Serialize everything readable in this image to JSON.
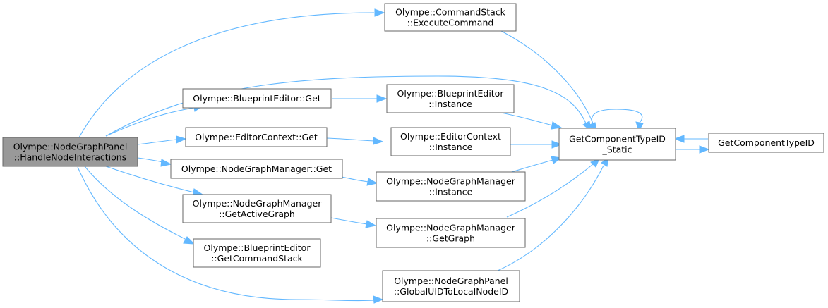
{
  "colors": {
    "edge": "#63b8ff",
    "root_fill": "#999999",
    "node_fill": "#ffffff",
    "node_border": "#666666"
  },
  "nodes": [
    {
      "id": "root",
      "lines": [
        "Olympe::NodeGraphPanel",
        "::HandleNodeInteractions"
      ],
      "highlight": true
    },
    {
      "id": "cmdstack_exec",
      "lines": [
        "Olympe::CommandStack",
        "::ExecuteCommand"
      ]
    },
    {
      "id": "bpe_get",
      "lines": [
        "Olympe::BlueprintEditor::Get"
      ]
    },
    {
      "id": "bpe_instance",
      "lines": [
        "Olympe::BlueprintEditor",
        "::Instance"
      ]
    },
    {
      "id": "ec_get",
      "lines": [
        "Olympe::EditorContext::Get"
      ]
    },
    {
      "id": "ec_instance",
      "lines": [
        "Olympe::EditorContext",
        "::Instance"
      ]
    },
    {
      "id": "ngm_get",
      "lines": [
        "Olympe::NodeGraphManager::Get"
      ]
    },
    {
      "id": "ngm_instance",
      "lines": [
        "Olympe::NodeGraphManager",
        "::Instance"
      ]
    },
    {
      "id": "ngm_getactive",
      "lines": [
        "Olympe::NodeGraphManager",
        "::GetActiveGraph"
      ]
    },
    {
      "id": "ngm_getgraph",
      "lines": [
        "Olympe::NodeGraphManager",
        "::GetGraph"
      ]
    },
    {
      "id": "bpe_getcmd",
      "lines": [
        "Olympe::BlueprintEditor",
        "::GetCommandStack"
      ]
    },
    {
      "id": "ngp_global",
      "lines": [
        "Olympe::NodeGraphPanel",
        "::GlobalUIDToLocalNodeID"
      ]
    },
    {
      "id": "gct_static",
      "lines": [
        "GetComponentTypeID",
        "_Static"
      ]
    },
    {
      "id": "gct",
      "lines": [
        "GetComponentTypeID"
      ]
    }
  ],
  "edges": [
    [
      "root",
      "cmdstack_exec"
    ],
    [
      "root",
      "gct_static"
    ],
    [
      "root",
      "bpe_get"
    ],
    [
      "root",
      "ec_get"
    ],
    [
      "root",
      "ngm_get"
    ],
    [
      "root",
      "ngm_getactive"
    ],
    [
      "root",
      "bpe_getcmd"
    ],
    [
      "root",
      "ngp_global"
    ],
    [
      "cmdstack_exec",
      "gct_static"
    ],
    [
      "bpe_get",
      "bpe_instance"
    ],
    [
      "bpe_instance",
      "gct_static"
    ],
    [
      "ec_get",
      "ec_instance"
    ],
    [
      "ec_instance",
      "gct_static"
    ],
    [
      "ngm_get",
      "ngm_instance"
    ],
    [
      "ngm_instance",
      "gct_static"
    ],
    [
      "ngm_getactive",
      "ngm_getgraph"
    ],
    [
      "ngm_getgraph",
      "gct_static"
    ],
    [
      "ngp_global",
      "gct_static"
    ],
    [
      "gct_static",
      "gct_static"
    ],
    [
      "gct_static",
      "gct"
    ],
    [
      "gct",
      "gct_static"
    ]
  ]
}
